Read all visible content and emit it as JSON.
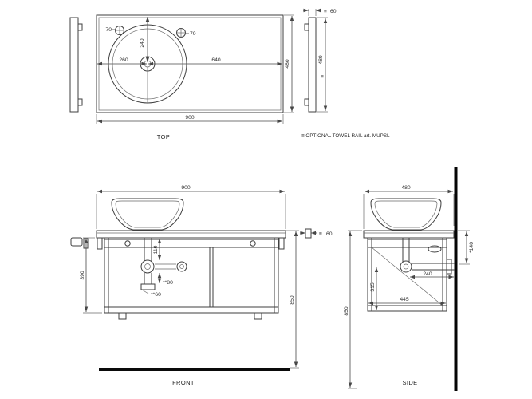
{
  "views": {
    "top": {
      "label": "TOP",
      "width": "900",
      "depth": "480",
      "basin_center_from_left": "260",
      "basin_center_to_right": "640",
      "basin_center_from_back": "240",
      "tap_hole_left": "70",
      "tap_hole_right": "70"
    },
    "towel_rail": {
      "symbol": "≡",
      "thickness": "60",
      "length": "480",
      "note": "≡ OPTIONAL TOWEL RAIL art. MUPSL"
    },
    "front": {
      "label": "FRONT",
      "width": "900",
      "frame_height": "390",
      "total_height": "850",
      "drain_offset": "110",
      "trap_dim_a": "**80",
      "trap_dim_b": "**60",
      "rail_symbol": "≡",
      "rail_thickness": "60"
    },
    "side": {
      "label": "SIDE",
      "depth": "480",
      "total_height": "850",
      "drain_height": "315",
      "outlet_distance": "240",
      "rail_drop": "*140",
      "frame_depth": "445"
    }
  }
}
